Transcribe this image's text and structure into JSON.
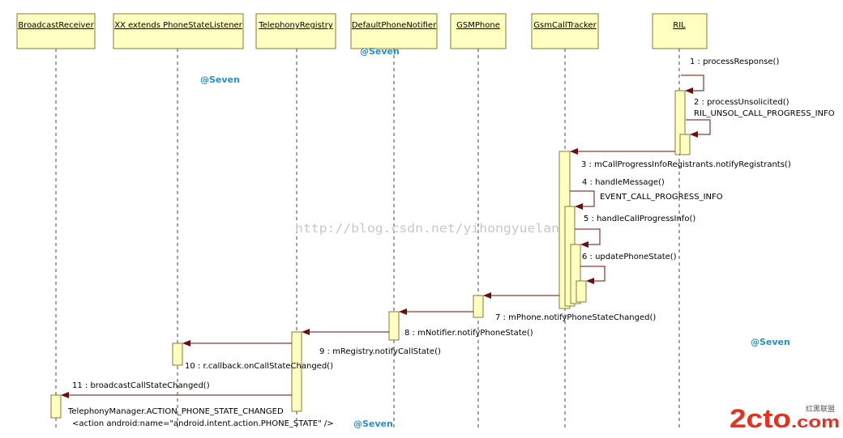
{
  "objects": [
    {
      "id": "br",
      "label": "BroadcastReceiver"
    },
    {
      "id": "xx",
      "label": "XX extends PhoneStateListener"
    },
    {
      "id": "tr",
      "label": "TelephonyRegistry"
    },
    {
      "id": "dpn",
      "label": "DefaultPhoneNotifier"
    },
    {
      "id": "gsm",
      "label": "GSMPhone"
    },
    {
      "id": "gct",
      "label": "GsmCallTracker"
    },
    {
      "id": "ril",
      "label": "RIL"
    }
  ],
  "messages": [
    {
      "n": "1",
      "label": "1 : processResponse()"
    },
    {
      "n": "2",
      "label": "2 : processUnsolicited()",
      "note": "RIL_UNSOL_CALL_PROGRESS_INFO"
    },
    {
      "n": "3",
      "label": "3 : mCallProgressInfoRegistrants.notifyRegistrants()"
    },
    {
      "n": "4",
      "label": "4 : handleMessage()",
      "note": "EVENT_CALL_PROGRESS_INFO"
    },
    {
      "n": "5",
      "label": "5 : handleCallProgressInfo()"
    },
    {
      "n": "6",
      "label": "6 : updatePhoneState()"
    },
    {
      "n": "7",
      "label": "7 : mPhone.notifyPhoneStateChanged()"
    },
    {
      "n": "8",
      "label": "8 : mNotifier.notifyPhoneState()"
    },
    {
      "n": "9",
      "label": "9 : mRegistry.notifyCallState()"
    },
    {
      "n": "10",
      "label": "10 : r.callback.onCallStateChanged()"
    },
    {
      "n": "11",
      "label": "11 : broadcastCallStateChanged()",
      "note": "TelephonyManager.ACTION_PHONE_STATE_CHANGED",
      "note2": "<action android:name=\"android.intent.action.PHONE_STATE\" />"
    }
  ],
  "watermarks": {
    "seven": "@Seven",
    "blog": "http://blog.csdn.net/yihongyuelan",
    "logo_big": "2cto",
    "logo_small": ".com",
    "logo_cn": "红黑联盟"
  },
  "colors": {
    "box_fill": "#ffffc0",
    "box_stroke": "#8a7a3a",
    "arrow": "#7a1010",
    "seven": "#2a8fc4",
    "logo": "#e8301e"
  }
}
